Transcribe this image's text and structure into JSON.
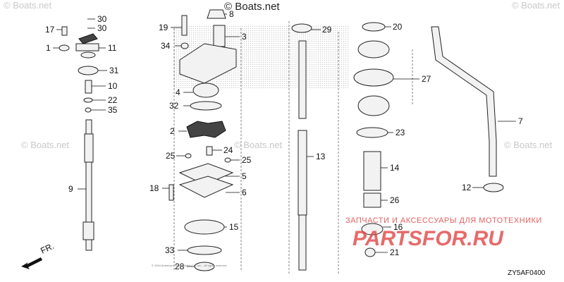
{
  "watermarks": {
    "main": "© Boats.net",
    "corner_tl": "© Boats.net",
    "corner_tr": "© Boats.net",
    "left": "© Boats.net",
    "right": "© Boats.net",
    "center": "© Boats.net"
  },
  "partsfor": {
    "tagline": "ЗАПЧАСТИ И АКСЕССУАРЫ ДЛЯ МОТОТЕХНИКИ",
    "logo": "PARTSFOR.RU"
  },
  "diagram_code": "ZY5AF0400",
  "front_label": "FR.",
  "copyright_fine": "© 2004 American Honda Motor Co., Inc. - All rights reserved.",
  "parts": [
    {
      "n": "1"
    },
    {
      "n": "2"
    },
    {
      "n": "3"
    },
    {
      "n": "4"
    },
    {
      "n": "5"
    },
    {
      "n": "6"
    },
    {
      "n": "7"
    },
    {
      "n": "8"
    },
    {
      "n": "9"
    },
    {
      "n": "10"
    },
    {
      "n": "11"
    },
    {
      "n": "12"
    },
    {
      "n": "13"
    },
    {
      "n": "14"
    },
    {
      "n": "15"
    },
    {
      "n": "16"
    },
    {
      "n": "17"
    },
    {
      "n": "18"
    },
    {
      "n": "19"
    },
    {
      "n": "20"
    },
    {
      "n": "21"
    },
    {
      "n": "22"
    },
    {
      "n": "23"
    },
    {
      "n": "24"
    },
    {
      "n": "25"
    },
    {
      "n": "25"
    },
    {
      "n": "26"
    },
    {
      "n": "27"
    },
    {
      "n": "28"
    },
    {
      "n": "29"
    },
    {
      "n": "30"
    },
    {
      "n": "30"
    },
    {
      "n": "31"
    },
    {
      "n": "32"
    },
    {
      "n": "33"
    },
    {
      "n": "34"
    },
    {
      "n": "35"
    }
  ],
  "colors": {
    "line": "#111111",
    "watermark": "#c8c8c8",
    "partsfor": "#e24545"
  }
}
